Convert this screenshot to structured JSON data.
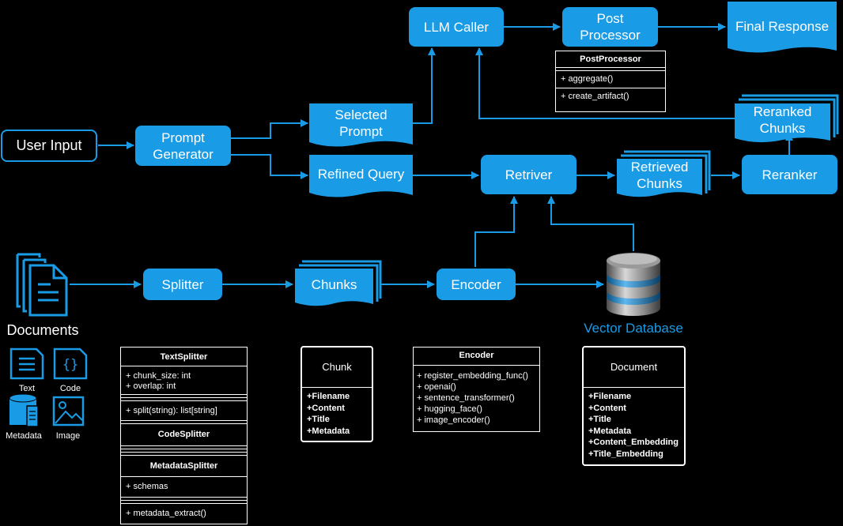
{
  "nodes": {
    "user_input": "User Input",
    "prompt_generator": "Prompt\nGenerator",
    "selected_prompt": "Selected\nPrompt",
    "refined_query": "Refined Query",
    "llm_caller": "LLM Caller",
    "post_processor": "Post\nProcessor",
    "final_response": "Final Response",
    "reranked_chunks": "Reranked\nChunks",
    "retriver": "Retriver",
    "retrieved_chunks": "Retrieved\nChunks",
    "reranker": "Reranker",
    "splitter": "Splitter",
    "chunks": "Chunks",
    "encoder": "Encoder",
    "documents": "Documents",
    "vector_database": "Vector Database"
  },
  "doc_types": {
    "text": "Text",
    "code": "Code",
    "metadata": "Metadata",
    "image": "Image"
  },
  "classes": {
    "post_processor": {
      "name": "PostProcessor",
      "methods": [
        "+ aggregate()",
        "+ create_artifact()"
      ]
    },
    "text_splitter": {
      "name": "TextSplitter",
      "attributes": [
        "+ chunk_size: int",
        "+ overlap: int"
      ],
      "methods": [
        "+ split(string): list[string]"
      ]
    },
    "code_splitter": {
      "name": "CodeSplitter"
    },
    "metadata_splitter": {
      "name": "MetadataSplitter",
      "attributes": [
        "+ schemas"
      ],
      "methods": [
        "+ metadata_extract()"
      ]
    },
    "chunk": {
      "name": "Chunk",
      "fields": [
        "+Filename",
        "+Content",
        "+Title",
        "+Metadata"
      ]
    },
    "encoder": {
      "name": "Encoder",
      "methods": [
        "+ register_embedding_func()",
        "+ openai()",
        "+ sentence_transformer()",
        "+ hugging_face()",
        "+ image_encoder()"
      ]
    },
    "document": {
      "name": "Document",
      "fields": [
        "+Filename",
        "+Content",
        "+Title",
        "+Metadata",
        "+Content_Embedding",
        "+Title_Embedding"
      ]
    }
  },
  "colors": {
    "accent": "#1a9be6",
    "background": "#000000",
    "text": "#ffffff"
  }
}
